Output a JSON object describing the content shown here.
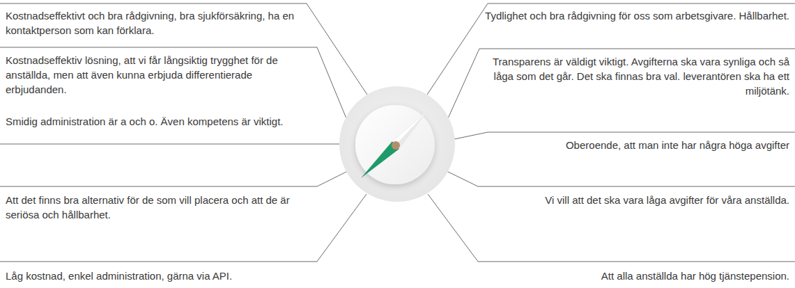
{
  "diagram": {
    "labels": [
      "Kostnadseffektivt och bra rådgivning, bra sjukförsäkring, ha en kontaktperson som kan förklara.",
      "Kostnadseffektiv lösning, att vi får långsiktig trygghet för de anställda, men att även kunna erbjuda differentierade erbjudanden.",
      "Smidig administration är a och o. Även kompetens är viktigt.",
      "Att det finns bra alternativ för de som vill placera och att de är seriösa och hållbarhet.",
      "Låg kostnad, enkel administration, gärna via API.",
      "Tydlighet och bra rådgivning för oss som arbetsgivare. Hållbarhet.",
      "Transparens är väldigt viktigt. Avgifterna ska vara synliga och så låga som det går. Det ska finnas bra val. leverantören ska ha ett miljötänk.",
      "Oberoende, att man inte har några höga avgifter",
      "Vi vill att det ska vara låga avgifter för våra anställda.",
      "Att alla anställda har hög tjänstepension."
    ]
  }
}
